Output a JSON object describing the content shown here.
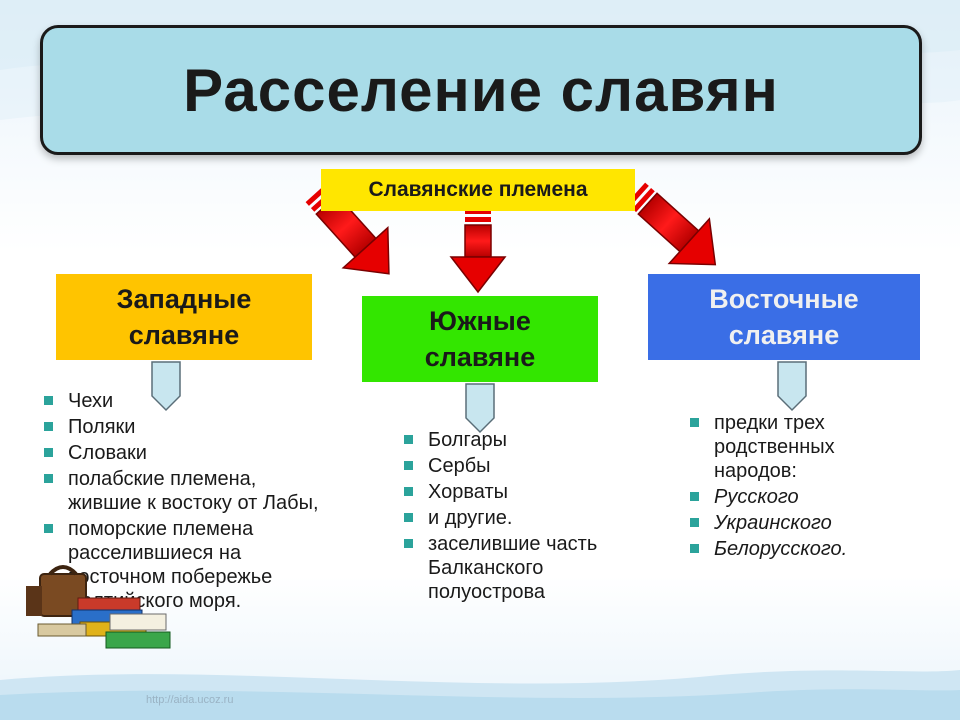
{
  "title": "Расселение славян",
  "root": "Славянские племена",
  "groups": {
    "west": {
      "line1": "Западные",
      "line2": "славяне"
    },
    "south": {
      "line1": "Южные",
      "line2": "славяне"
    },
    "east": {
      "line1": "Восточные",
      "line2": "славяне"
    }
  },
  "west_items": [
    {
      "text": "Чехи"
    },
    {
      "text": "Поляки"
    },
    {
      "text": "Словаки"
    },
    {
      "text": "полабские племена,",
      "cont": "жившие к востоку от Лабы,"
    },
    {
      "text": "поморские племена",
      "cont": "расселившиеся на",
      "cont2": "восточном побережье",
      "cont3": "Балтийского моря."
    }
  ],
  "south_items": [
    {
      "text": "Болгары"
    },
    {
      "text": "Сербы"
    },
    {
      "text": "Хорваты"
    },
    {
      "text": "и другие."
    },
    {
      "text": "заселившие часть",
      "cont": "Балканского",
      "cont2": "полуострова"
    }
  ],
  "east_items": [
    {
      "text": "предки трех",
      "cont": "родственных",
      "cont2": "народов:"
    },
    {
      "text": "Русского"
    },
    {
      "text": "Украинского"
    },
    {
      "text": "Белорусского."
    }
  ],
  "footer": "http://aida.ucoz.ru",
  "colors": {
    "title_bg": "#a9dce8",
    "root_bg": "#ffe600",
    "west_bg": "#ffc400",
    "south_bg": "#33e600",
    "east_bg": "#3a6ee6",
    "arrow": "#e60000",
    "bullet": "#2ba39b"
  }
}
